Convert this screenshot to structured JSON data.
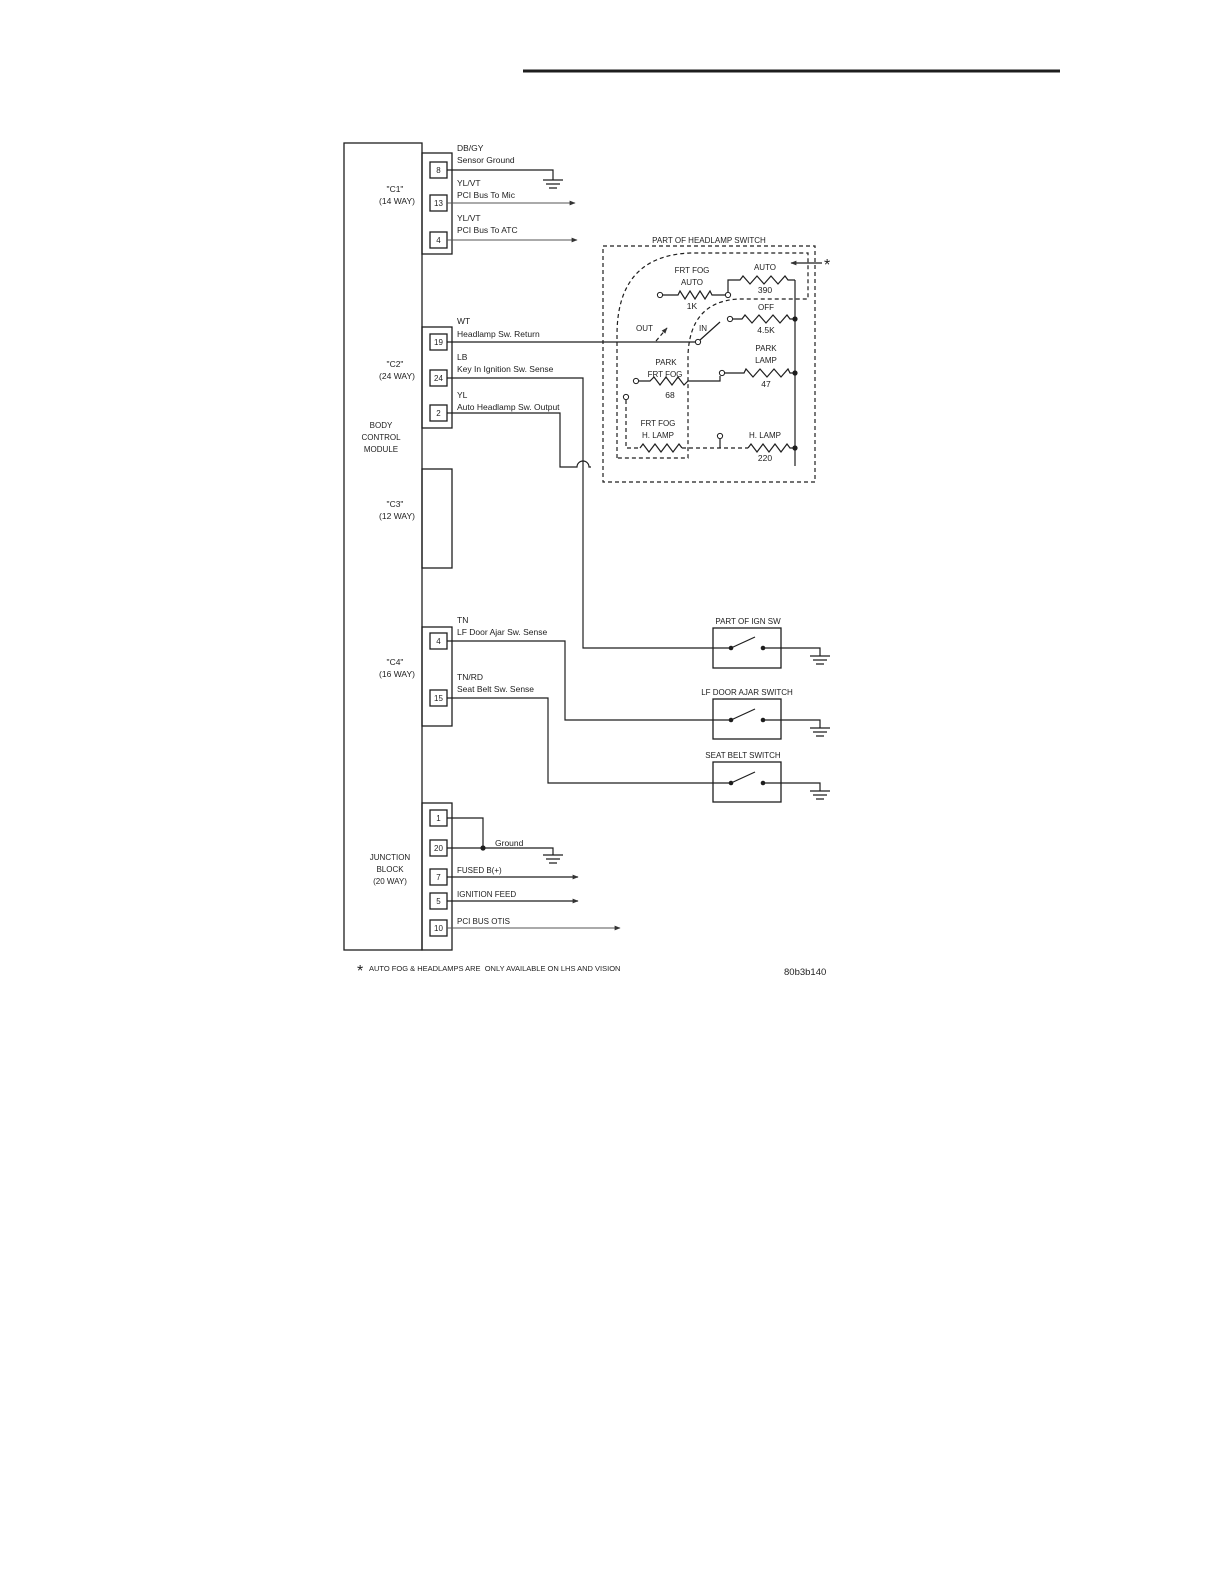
{
  "module": {
    "label": [
      "BODY",
      "CONTROL",
      "MODULE"
    ]
  },
  "connectors": {
    "c1": {
      "name": "\"C1\"",
      "ways": "(14 WAY)"
    },
    "c2": {
      "name": "\"C2\"",
      "ways": "(24 WAY)"
    },
    "c3": {
      "name": "\"C3\"",
      "ways": "(12 WAY)"
    },
    "c4": {
      "name": "\"C4\"",
      "ways": "(16 WAY)"
    },
    "junction": {
      "label": [
        "JUNCTION",
        "BLOCK",
        "(20 WAY)"
      ]
    }
  },
  "circuits": {
    "c1": [
      {
        "pin": "8",
        "color": "DB/GY",
        "desc": "Sensor Ground"
      },
      {
        "pin": "13",
        "color": "YL/VT",
        "desc": "PCI Bus To Mic"
      },
      {
        "pin": "4",
        "color": "YL/VT",
        "desc": "PCI Bus To ATC"
      }
    ],
    "c2": [
      {
        "pin": "19",
        "color": "WT",
        "desc": "Headlamp Sw. Return"
      },
      {
        "pin": "24",
        "color": "LB",
        "desc": "Key In Ignition Sw. Sense"
      },
      {
        "pin": "2",
        "color": "YL",
        "desc": "Auto Headlamp Sw. Output"
      }
    ],
    "c4": [
      {
        "pin": "4",
        "color": "TN",
        "desc": "LF Door Ajar Sw. Sense"
      },
      {
        "pin": "15",
        "color": "TN/RD",
        "desc": "Seat Belt Sw. Sense"
      }
    ],
    "junction": [
      {
        "pin": "1"
      },
      {
        "pin": "20",
        "desc": "Ground"
      },
      {
        "pin": "7",
        "desc": "FUSED B(+)"
      },
      {
        "pin": "5",
        "desc": "IGNITION FEED"
      },
      {
        "pin": "10",
        "desc": "PCI BUS OTIS"
      }
    ]
  },
  "headlamp_switch": {
    "title": "PART OF HEADLAMP SWITCH",
    "note_marker": "*",
    "auto": {
      "label": "AUTO",
      "value": "390"
    },
    "frt_fog_auto": {
      "label": [
        "FRT FOG",
        "AUTO"
      ],
      "value": "1K"
    },
    "off": {
      "label": "OFF",
      "value": "4.5K"
    },
    "out_label": "OUT",
    "in_label": "IN",
    "park_frt_fog": {
      "label": [
        "PARK",
        "FRT FOG"
      ],
      "value": "68"
    },
    "park_lamp": {
      "label": [
        "PARK",
        "LAMP"
      ],
      "value": "47"
    },
    "frt_fog_h_lamp": {
      "label": [
        "FRT FOG",
        "H. LAMP"
      ]
    },
    "h_lamp": {
      "label": "H. LAMP",
      "value": "220"
    }
  },
  "switches": {
    "ign": "PART OF IGN SW",
    "door_ajar": "LF DOOR AJAR SWITCH",
    "seat_belt": "SEAT BELT SWITCH"
  },
  "footnote": {
    "marker": "*",
    "text": "AUTO FOG & HEADLAMPS ARE  ONLY AVAILABLE ON LHS AND VISION"
  },
  "figure_id": "80b3b140"
}
